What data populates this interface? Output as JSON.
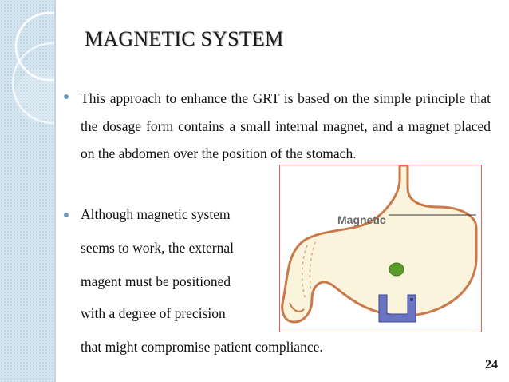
{
  "slide": {
    "title": "MAGNETIC SYSTEM",
    "bullets": [
      {
        "lines": [
          "This approach to enhance the GRT is based on the simple",
          "principle that the dosage form contains a small internal",
          "magnet, and a magnet placed on the abdomen over the",
          "position of the stomach."
        ]
      },
      {
        "lines": [
          "Although magnetic system",
          "seems to work, the external",
          "magent must be positioned",
          "with a degree of precision",
          "that might compromise patient compliance."
        ]
      }
    ],
    "figure": {
      "label": "Magnetic"
    },
    "page_number": "24"
  },
  "colors": {
    "sidebar": "#d4e4ef",
    "bullet": "#6b9bbf",
    "figure_border": "#e45f52",
    "stomach_outline": "#c9794a",
    "stomach_fill": "#faf4dc",
    "magnet_blue": "#6a74c3",
    "pill_green": "#5b9c2a"
  }
}
